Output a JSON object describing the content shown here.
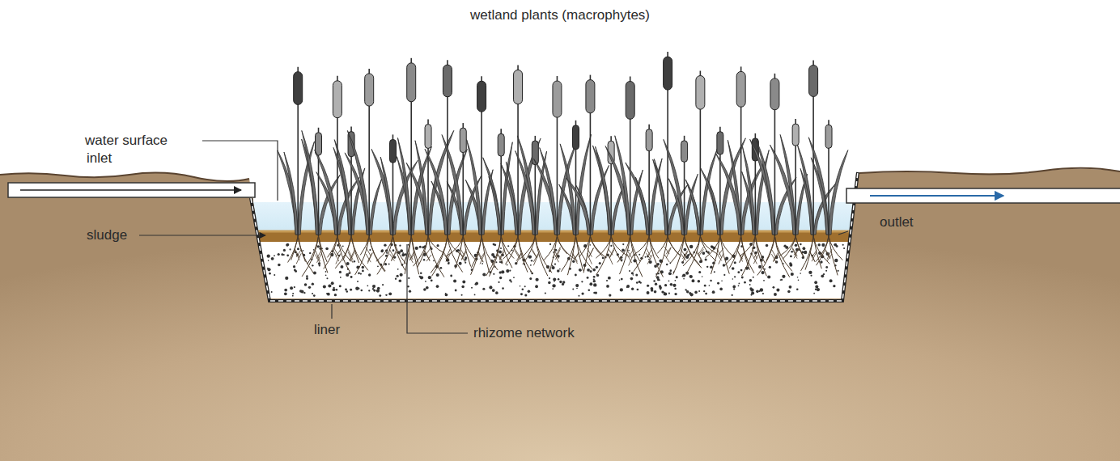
{
  "diagram": {
    "labels": [
      "wetland plants (macrophytes)",
      "water surface",
      "inlet",
      "sludge",
      "outlet",
      "liner",
      "rhizome network"
    ]
  }
}
